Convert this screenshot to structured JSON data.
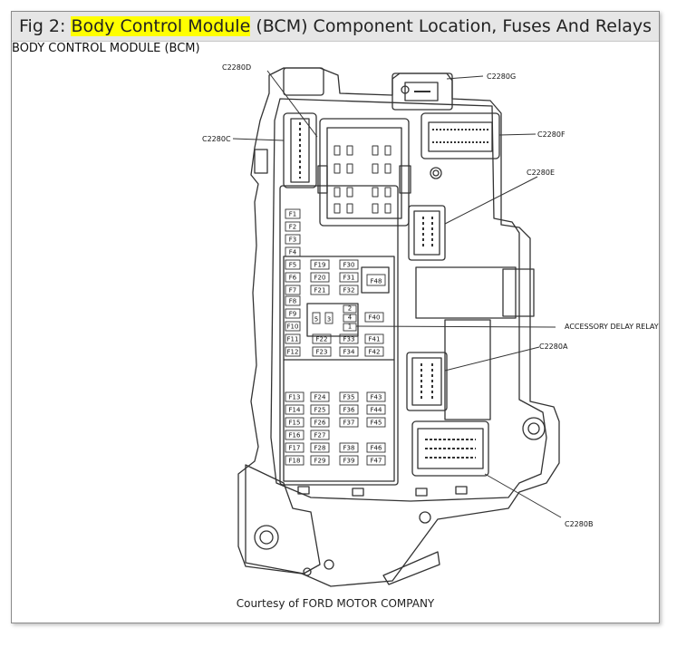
{
  "caption": {
    "prefix": "Fig 2: ",
    "highlight": "Body Control Module",
    "suffix": " (BCM) Component Location, Fuses And Relays",
    "highlight_color": "#ffff00"
  },
  "subtitle": "BODY CONTROL MODULE (BCM)",
  "connectors": {
    "c2280d": "C2280D",
    "c2280c": "C2280C",
    "c2280g": "C2280G",
    "c2280f": "C2280F",
    "c2280e": "C2280E",
    "c2280a": "C2280A",
    "c2280b": "C2280B",
    "relay": "ACCESSORY DELAY RELAY"
  },
  "fuses": {
    "col1": [
      "F1",
      "F2",
      "F3",
      "F4",
      "F5",
      "F6",
      "F7",
      "F8",
      "F9",
      "F10",
      "F11",
      "F12"
    ],
    "col2_top": [
      "F19",
      "F20",
      "F21"
    ],
    "col2_bot": [
      "F22",
      "F23"
    ],
    "col3_top": [
      "F30",
      "F31",
      "F32"
    ],
    "col3_bot": [
      "F33",
      "F34"
    ],
    "f48": "F48",
    "col4": [
      "F40",
      "F41",
      "F42"
    ],
    "relays": [
      "2",
      "4",
      "1"
    ],
    "relay_small": [
      "5",
      "3"
    ],
    "grid": [
      [
        "F13",
        "F24",
        "F35",
        "F43"
      ],
      [
        "F14",
        "F25",
        "F36",
        "F44"
      ],
      [
        "F15",
        "F26",
        "F37",
        "F45"
      ],
      [
        "F16",
        "F27",
        "",
        ""
      ],
      [
        "F17",
        "F28",
        "F38",
        "F46"
      ],
      [
        "F18",
        "F29",
        "F39",
        "F47"
      ]
    ]
  },
  "credit": "Courtesy of FORD MOTOR COMPANY"
}
